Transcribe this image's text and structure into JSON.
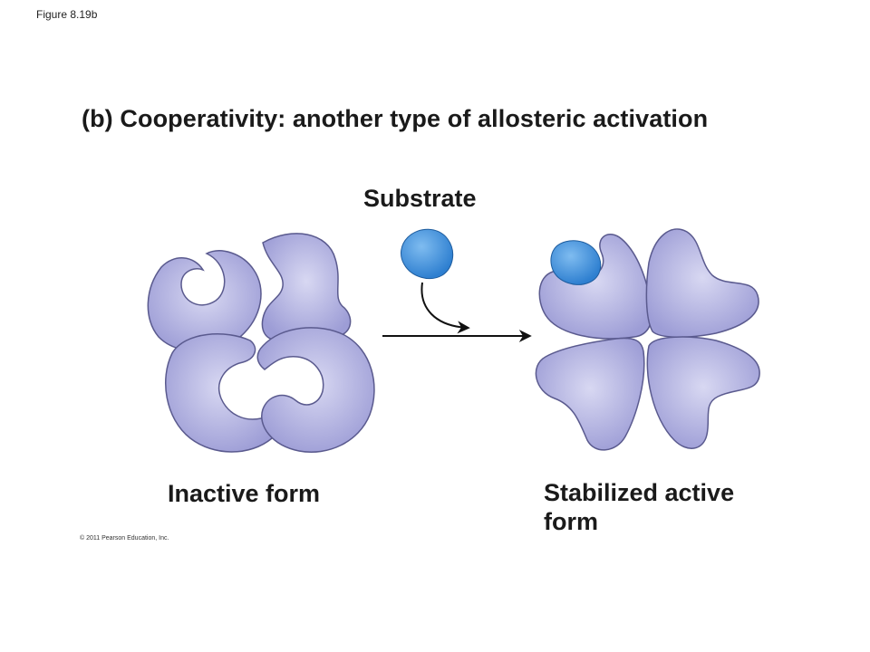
{
  "figure_label": "Figure 8.19b",
  "title": "(b) Cooperativity: another type of allosteric activation",
  "substrate_label": "Substrate",
  "inactive_label": "Inactive form",
  "active_label": "Stabilized active form",
  "copyright": "© 2011 Pearson Education, Inc.",
  "colors": {
    "subunit_fill": "#9d9dd6",
    "subunit_highlight": "#d8d8f2",
    "subunit_stroke": "#5a5a8e",
    "substrate_fill": "#2e7fd0",
    "substrate_highlight": "#7fbcf0",
    "arrow": "#111111"
  }
}
